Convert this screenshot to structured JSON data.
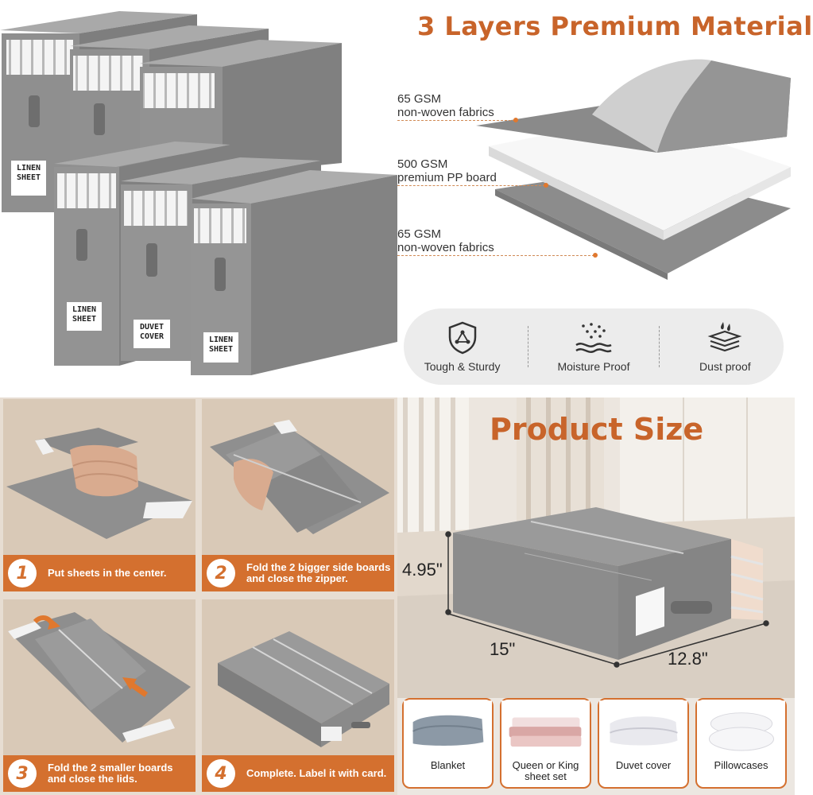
{
  "layers": {
    "title": "3 Layers Premium Material",
    "items": [
      {
        "line1": "65 GSM",
        "line2": "non-woven fabrics"
      },
      {
        "line1": "500 GSM",
        "line2": "premium PP board"
      },
      {
        "line1": "65 GSM",
        "line2": "non-woven fabrics"
      }
    ]
  },
  "features": [
    {
      "label": "Tough & Sturdy",
      "icon": "shield-icon"
    },
    {
      "label": "Moisture Proof",
      "icon": "moisture-icon"
    },
    {
      "label": "Dust proof",
      "icon": "dust-icon"
    }
  ],
  "box_labels": [
    "LINEN SHEET",
    "LINEN SHEET",
    "DUVET COVER",
    "LINEN SHEET"
  ],
  "steps": [
    {
      "number": "1",
      "text": "Put sheets in the center."
    },
    {
      "number": "2",
      "line1": "Fold the 2 bigger side boards",
      "line2": "and close the zipper."
    },
    {
      "number": "3",
      "line1": "Fold the 2 smaller boards",
      "line2": "and close the lids."
    },
    {
      "number": "4",
      "text": "Complete. Label it with card."
    }
  ],
  "product_size": {
    "title": "Product Size",
    "height": "4.95\"",
    "width": "15\"",
    "depth": "12.8\""
  },
  "uses": [
    {
      "label": "Blanket"
    },
    {
      "line1": "Queen or King",
      "line2": "sheet set"
    },
    {
      "label": "Duvet cover"
    },
    {
      "label": "Pillowcases"
    }
  ],
  "colors": {
    "accent": "#d4702f",
    "title_orange": "#c8642a",
    "box_gray": "#8e8e8e"
  }
}
